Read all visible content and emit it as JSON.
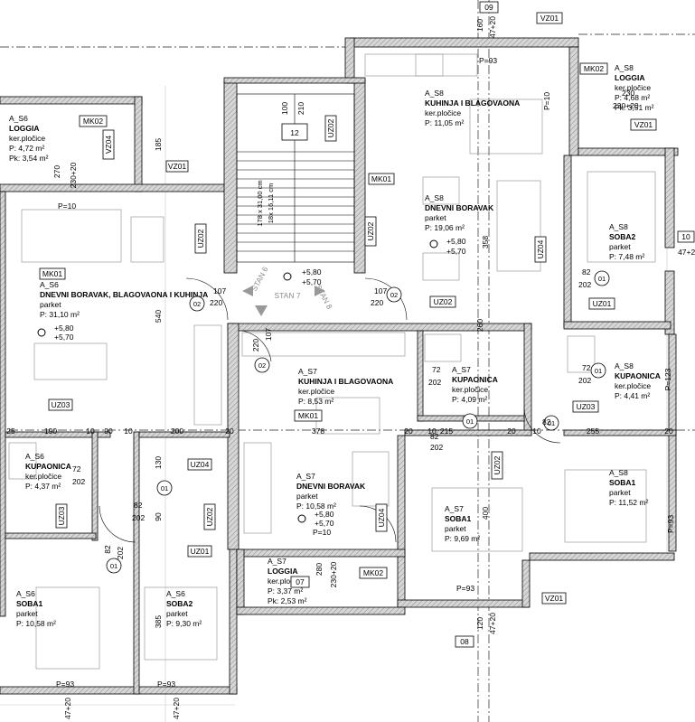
{
  "rooms": [
    {
      "id": "a_s6_loggia",
      "code": "A_S6",
      "name": "LOGGIA",
      "floor": "ker.pločice",
      "area": "P: 4,72 m²",
      "extra": "Pk: 3,54 m²"
    },
    {
      "id": "a_s6_boravak",
      "code": "A_S6",
      "name": "DNEVNI BORAVAK, BLAGOVAONA I KUHINJA",
      "floor": "parket",
      "area": "P: 31,10 m²"
    },
    {
      "id": "a_s6_kupaonica",
      "code": "A_S6",
      "name": "KUPAONICA",
      "floor": "ker.pločice",
      "area": "P: 4,37 m²"
    },
    {
      "id": "a_s6_soba1",
      "code": "A_S6",
      "name": "SOBA1",
      "floor": "parket",
      "area": "P: 10,58 m²"
    },
    {
      "id": "a_s6_soba2",
      "code": "A_S6",
      "name": "SOBA2",
      "floor": "parket",
      "area": "P: 9,30 m²"
    },
    {
      "id": "a_s7_kuhinja",
      "code": "A_S7",
      "name": "KUHINJA I BLAGOVAONA",
      "floor": "ker.pločice",
      "area": "P: 8,53 m²"
    },
    {
      "id": "a_s7_kupaonica",
      "code": "A_S7",
      "name": "KUPAONICA",
      "floor": "ker.pločice",
      "area": "P: 4,09 m²"
    },
    {
      "id": "a_s7_boravak",
      "code": "A_S7",
      "name": "DNEVNI BORAVAK",
      "floor": "parket",
      "area": "P: 10,58 m²"
    },
    {
      "id": "a_s7_soba1",
      "code": "A_S7",
      "name": "SOBA1",
      "floor": "parket",
      "area": "P: 9,69 m²"
    },
    {
      "id": "a_s7_loggia",
      "code": "A_S7",
      "name": "LOGGIA",
      "floor": "ker.pločice",
      "area": "P: 3,37 m²",
      "extra": "Pk: 2,53 m²"
    },
    {
      "id": "a_s8_kuhinja",
      "code": "A_S8",
      "name": "KUHINJA I BLAGOVAONA",
      "floor": "ker.pločice",
      "area": "P: 11,05 m²"
    },
    {
      "id": "a_s8_loggia",
      "code": "A_S8",
      "name": "LOGGIA",
      "floor": "ker.pločice",
      "area": "P: 4,68 m²",
      "extra": "Pk: 3,51 m²"
    },
    {
      "id": "a_s8_boravak",
      "code": "A_S8",
      "name": "DNEVNI BORAVAK",
      "floor": "parket",
      "area": "P: 19,06 m²"
    },
    {
      "id": "a_s8_soba2",
      "code": "A_S8",
      "name": "SOBA2",
      "floor": "parket",
      "area": "P: 7,48 m²"
    },
    {
      "id": "a_s8_kupaonica",
      "code": "A_S8",
      "name": "KUPAONICA",
      "floor": "ker.pločice",
      "area": "P: 4,41 m²"
    },
    {
      "id": "a_s8_soba1",
      "code": "A_S8",
      "name": "SOBA1",
      "floor": "parket",
      "area": "P: 11,52 m²"
    }
  ],
  "tags": {
    "mk01": "MK01",
    "mk02": "MK02",
    "uz01": "UZ01",
    "uz02": "UZ02",
    "uz03": "UZ03",
    "uz04": "UZ04",
    "vz01": "VZ01",
    "vz04": "VZ04",
    "p10": "P=10",
    "p93": "P=93",
    "p123": "P=123"
  },
  "stair": {
    "number": "12",
    "d1": "100",
    "d2": "210",
    "steps1": "178 x 31,00 cm",
    "steps2": "18x 16,11 cm",
    "stan6": "STAN 6",
    "stan7": "STAN 7",
    "stan8": "STAN 8"
  },
  "levels": {
    "a": "+5,80",
    "b": "+5,70"
  },
  "door_marks": [
    "01",
    "02"
  ],
  "section_marks": {
    "top": "09",
    "right": "10",
    "bottom_a": "07",
    "bottom_b": "08"
  },
  "dims": {
    "row": [
      "25",
      "190",
      "10",
      "90",
      "10",
      "200",
      "20",
      "378",
      "20",
      "10",
      "215",
      "20",
      "10",
      "255",
      "20"
    ],
    "door_107": "107",
    "door_220": "220",
    "door_82": "82",
    "door_202": "202",
    "door_72": "72",
    "door_90": "90",
    "v540": "540",
    "v358": "358",
    "v400": "400",
    "v385": "385",
    "v185": "185",
    "v270": "270",
    "v230_20": "230+20",
    "v130": "130",
    "v280": "280",
    "v160": "160",
    "v47_20": "47+20",
    "v120": "120",
    "v260": "260",
    "v10": "10",
    "w230": "230",
    "w230_20": "230+20"
  }
}
